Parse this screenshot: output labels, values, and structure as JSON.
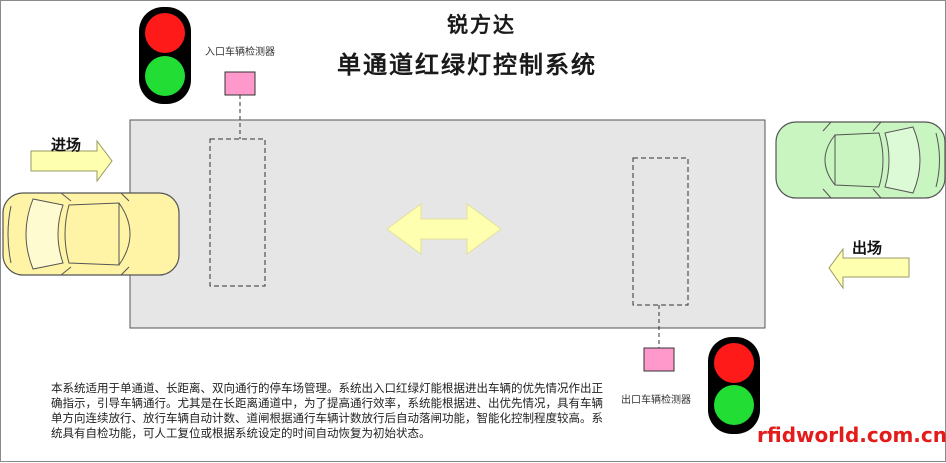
{
  "title": {
    "brand": "锐方达",
    "main": "单通道红绿灯控制系统"
  },
  "labels": {
    "entry_detector": "入口车辆检测器",
    "exit_detector": "出口车辆检测器",
    "entry": "进场",
    "exit": "出场"
  },
  "description": "本系统适用于单通道、长距离、双向通行的停车场管理。系统出入口红绿灯能根据进出车辆的优先情况作出正确指示，引导车辆通行。尤其是在长距离通道中，为了提高通行效率，系统能根据进、出优先情况，具有车辆单方向连续放行、放行车辆自动计数、道闸根据通行车辆计数放行后自动落闸功能，智能化控制程度较高。系统具有自检功能，可人工复位或根据系统设定的时间自动恢复为初始状态。",
  "watermark": "rfidworld.com.cn",
  "colors": {
    "channel": "#e6e6e6",
    "red_light": "#ff1a1a",
    "green_light": "#22dd33",
    "arrow": "#ffffb0",
    "detector": "#ff99cc",
    "car_in": "#fff4a6",
    "car_out": "#c8f5c0"
  }
}
